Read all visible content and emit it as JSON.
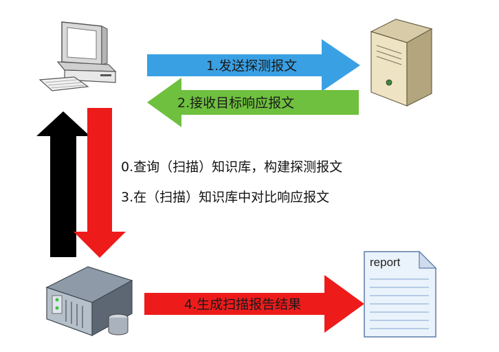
{
  "arrows": {
    "send_probe": "1.发送探测报文",
    "receive_response": "2.接收目标响应报文",
    "generate_result": "4.生成扫描报告结果"
  },
  "steps": {
    "step0": "0.查询（扫描）知识库，构建探测报文",
    "step3": "3.在（扫描）知识库中对比响应报文"
  },
  "report_doc": {
    "label": "report"
  },
  "colors": {
    "blue_arrow": "#3aa0e4",
    "green_arrow": "#6ec03e",
    "red_arrow": "#ee1b1b",
    "black_arrow": "#000000"
  },
  "icons": {
    "computer": "desktop-computer-icon",
    "server": "tower-server-icon",
    "database_server": "rack-server-database-icon",
    "report": "report-document-icon"
  }
}
